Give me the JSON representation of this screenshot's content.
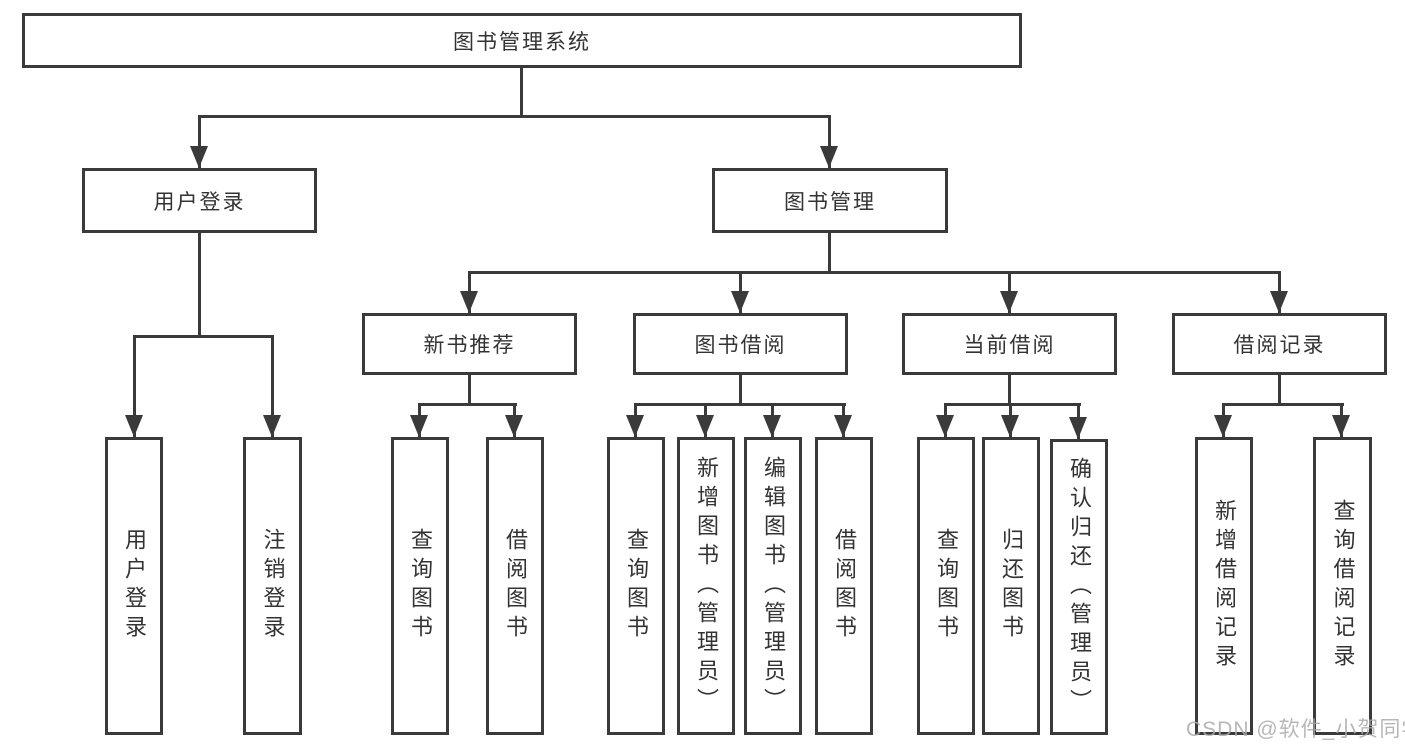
{
  "colors": {
    "line": "#3a3a3a",
    "text": "#333333",
    "background": "#ffffff",
    "watermark": "#ababab"
  },
  "watermark": {
    "text": "CSDN @软件_小贺同学"
  },
  "tree": {
    "root": {
      "label": "图书管理系统",
      "children": [
        {
          "label": "用户登录",
          "children": [
            {
              "label": "用户登录"
            },
            {
              "label": "注销登录"
            }
          ]
        },
        {
          "label": "图书管理",
          "children": [
            {
              "label": "新书推荐",
              "children": [
                {
                  "label": "查询图书"
                },
                {
                  "label": "借阅图书"
                }
              ]
            },
            {
              "label": "图书借阅",
              "children": [
                {
                  "label": "查询图书"
                },
                {
                  "label": "新增图书（管理员）"
                },
                {
                  "label": "编辑图书（管理员）"
                },
                {
                  "label": "借阅图书"
                }
              ]
            },
            {
              "label": "当前借阅",
              "children": [
                {
                  "label": "查询图书"
                },
                {
                  "label": "归还图书"
                },
                {
                  "label": "确认归还（管理员）"
                }
              ]
            },
            {
              "label": "借阅记录",
              "children": [
                {
                  "label": "新增借阅记录"
                },
                {
                  "label": "查询借阅记录"
                }
              ]
            }
          ]
        }
      ]
    }
  }
}
